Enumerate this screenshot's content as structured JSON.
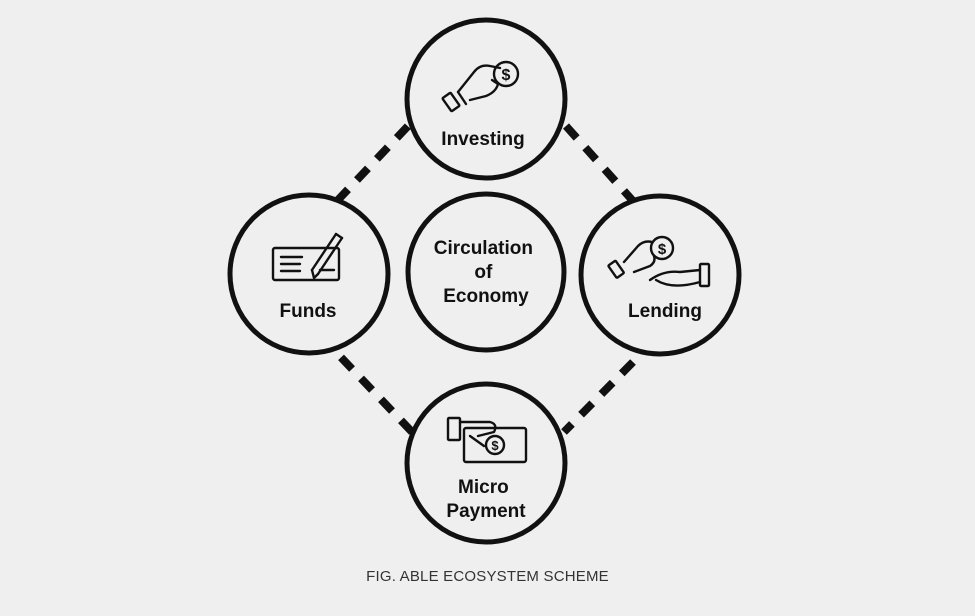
{
  "diagram": {
    "center": {
      "label_lines": [
        "Circulation",
        "of",
        "Economy"
      ]
    },
    "nodes": {
      "top": {
        "label_lines": [
          "Investing"
        ],
        "icon": "hand-coin-icon"
      },
      "right": {
        "label_lines": [
          "Lending"
        ],
        "icon": "hand-giving-coin-icon"
      },
      "bottom": {
        "label_lines": [
          "Micro",
          "Payment"
        ],
        "icon": "banknote-hand-icon"
      },
      "left": {
        "label_lines": [
          "Funds"
        ],
        "icon": "cheque-pen-icon"
      }
    },
    "colors": {
      "background": "#efefef",
      "stroke": "#111111",
      "circle_fill": "#efefef"
    }
  },
  "caption": "FIG. ABLE ECOSYSTEM SCHEME"
}
